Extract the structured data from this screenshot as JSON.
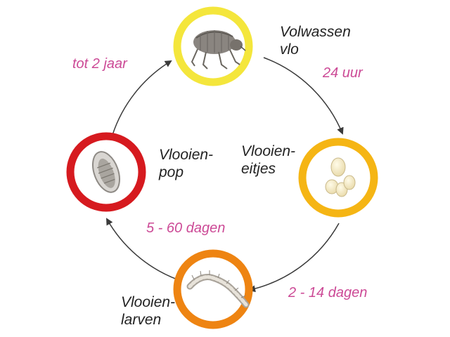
{
  "colors": {
    "adult_ring": "#f4e63c",
    "eggs_ring": "#f5b514",
    "larvae_ring": "#ee8412",
    "pupa_ring": "#d61a1f",
    "duration_text": "#cc4a96",
    "arrows": "#3a3a3a"
  },
  "stages": {
    "adult": {
      "line1": "Volwassen",
      "line2": "vlo",
      "icon": "flea-icon"
    },
    "eggs": {
      "line1": "Vlooien-",
      "line2": "eitjes",
      "icon": "eggs-icon"
    },
    "larvae": {
      "line1": "Vlooien-",
      "line2": "larven",
      "icon": "larva-icon"
    },
    "pupa": {
      "line1": "Vlooien-",
      "line2": "pop",
      "icon": "pupa-icon"
    }
  },
  "durations": {
    "adult_to_eggs": "24 uur",
    "eggs_to_larvae": "2 - 14 dagen",
    "larvae_to_pupa": "5 - 60 dagen",
    "pupa_to_adult": "tot 2 jaar"
  }
}
